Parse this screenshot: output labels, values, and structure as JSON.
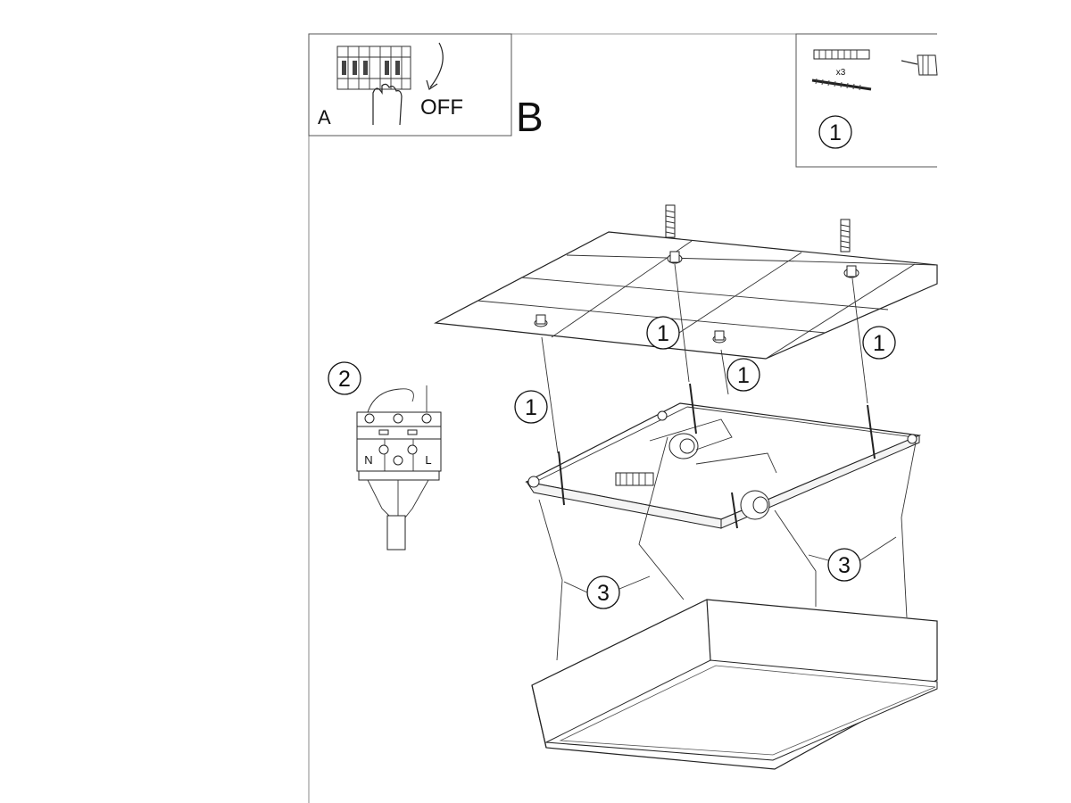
{
  "panel_a": {
    "letter": "A",
    "state_label": "OFF"
  },
  "panel_b": {
    "letter": "B"
  },
  "hardware_box": {
    "quantity": "x3",
    "step_number": "1"
  },
  "callouts": {
    "step1": "1",
    "step2": "2",
    "step3": "3"
  },
  "terminal_block": {
    "neutral": "N",
    "live": "L"
  }
}
